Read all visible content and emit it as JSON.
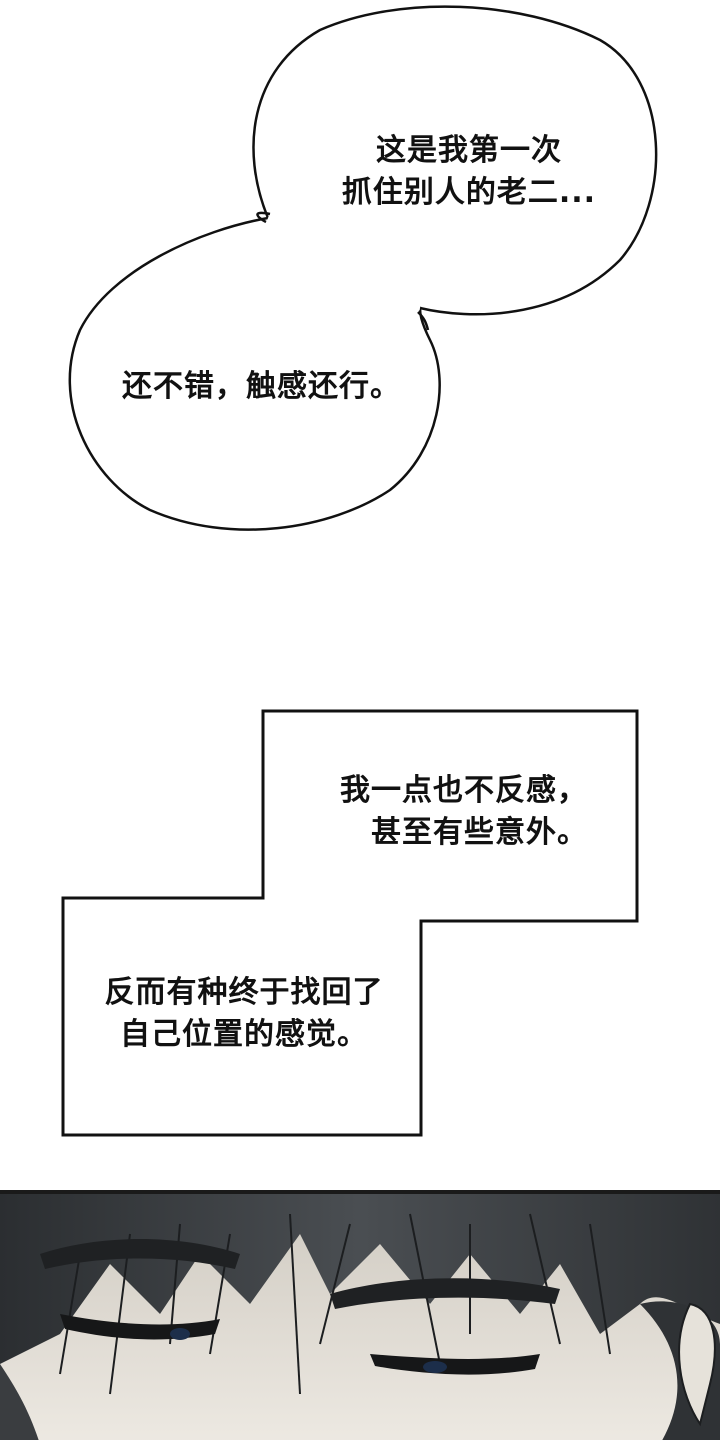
{
  "speech_bubble_1": {
    "line1": "这是我第一次",
    "line2": "抓住别人的老二..."
  },
  "speech_bubble_2": {
    "line1": "还不错，触感还行。"
  },
  "narration_box": {
    "line1": "我一点也不反感，",
    "line2": "甚至有些意外。",
    "line3": "反而有种终于找回了",
    "line4": "自己位置的感觉。"
  },
  "panel": {
    "hair_color": "#3a3d40",
    "skin_color": "#e6e2da",
    "eye_color": "#1c2e4a"
  }
}
